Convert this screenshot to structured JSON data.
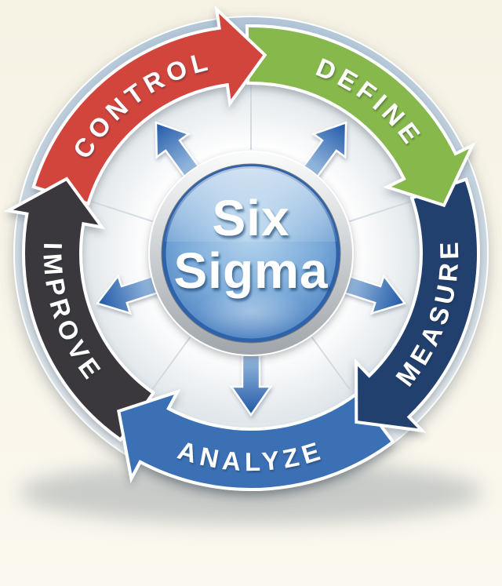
{
  "diagram_title": "Six Sigma",
  "center": {
    "line1": "Six",
    "line2": "Sigma"
  },
  "wheel": {
    "segments": [
      {
        "id": "define",
        "label": "DEFINE",
        "color": "#87b84c",
        "a0": -1,
        "a1": 64,
        "a2": 76,
        "R": 290,
        "ri": 217,
        "textR": 242,
        "t0": 10,
        "t1": 66
      },
      {
        "id": "measure",
        "label": "MEASURE",
        "color": "#20406e",
        "a0": 71,
        "a1": 136,
        "a2": 148,
        "R": 290,
        "ri": 217,
        "textR": 264,
        "t0": 140,
        "t1": 76
      },
      {
        "id": "analyze",
        "label": "ANALYZE",
        "color": "#3b70b4",
        "a0": 143,
        "a1": 208,
        "a2": 220,
        "R": 301,
        "ri": 224,
        "textR": 277,
        "t0": 212,
        "t1": 148
      },
      {
        "id": "improve",
        "label": "IMPROVE",
        "color": "#3a373c",
        "a0": 215,
        "a1": 280,
        "a2": 292,
        "R": 290,
        "ri": 217,
        "textR": 264,
        "t0": 284,
        "t1": 220
      },
      {
        "id": "control",
        "label": "CONTROL",
        "color": "#d2453e",
        "a0": 287,
        "a1": 352,
        "a2": 364,
        "R": 290,
        "ri": 217,
        "textR": 240,
        "t0": 296,
        "t1": 352
      }
    ],
    "draw_order": [
      "analyze",
      "measure",
      "define",
      "control",
      "improve"
    ],
    "spokes": [
      {
        "angle": 36,
        "dir": "up-right"
      },
      {
        "angle": 108,
        "dir": "down-right"
      },
      {
        "angle": 180,
        "dir": "down"
      },
      {
        "angle": 252,
        "dir": "down-left"
      },
      {
        "angle": 324,
        "dir": "up-left"
      }
    ],
    "seam_angles": [
      0,
      72,
      144,
      216,
      288
    ]
  },
  "colors": {
    "background_top": "#f6f2e4",
    "background_bottom": "#fbf8ef",
    "segment_outline": "#ffffff",
    "rim_top": "#b2c6d8",
    "rim_mid": "#d8e1e8",
    "rim_bottom": "#eef2f5",
    "disc_center": "#ffffff",
    "disc_edge": "#e0e6ea",
    "seam": "#d0d8de",
    "spoke_light": "#a3c4e5",
    "spoke_dark": "#1f57a6",
    "ring_light": "#fbfcfc",
    "ring_dark": "#9fa5aa",
    "sphere_top": "#b7d6ee",
    "sphere_mid": "#79a9d9",
    "sphere_edge": "#3e72b6",
    "sphere_rim_stroke": "#2e63ab",
    "label_text": "#ffffff",
    "title_shadow": "#173c68",
    "ground_shadow": "#98a0a4"
  }
}
